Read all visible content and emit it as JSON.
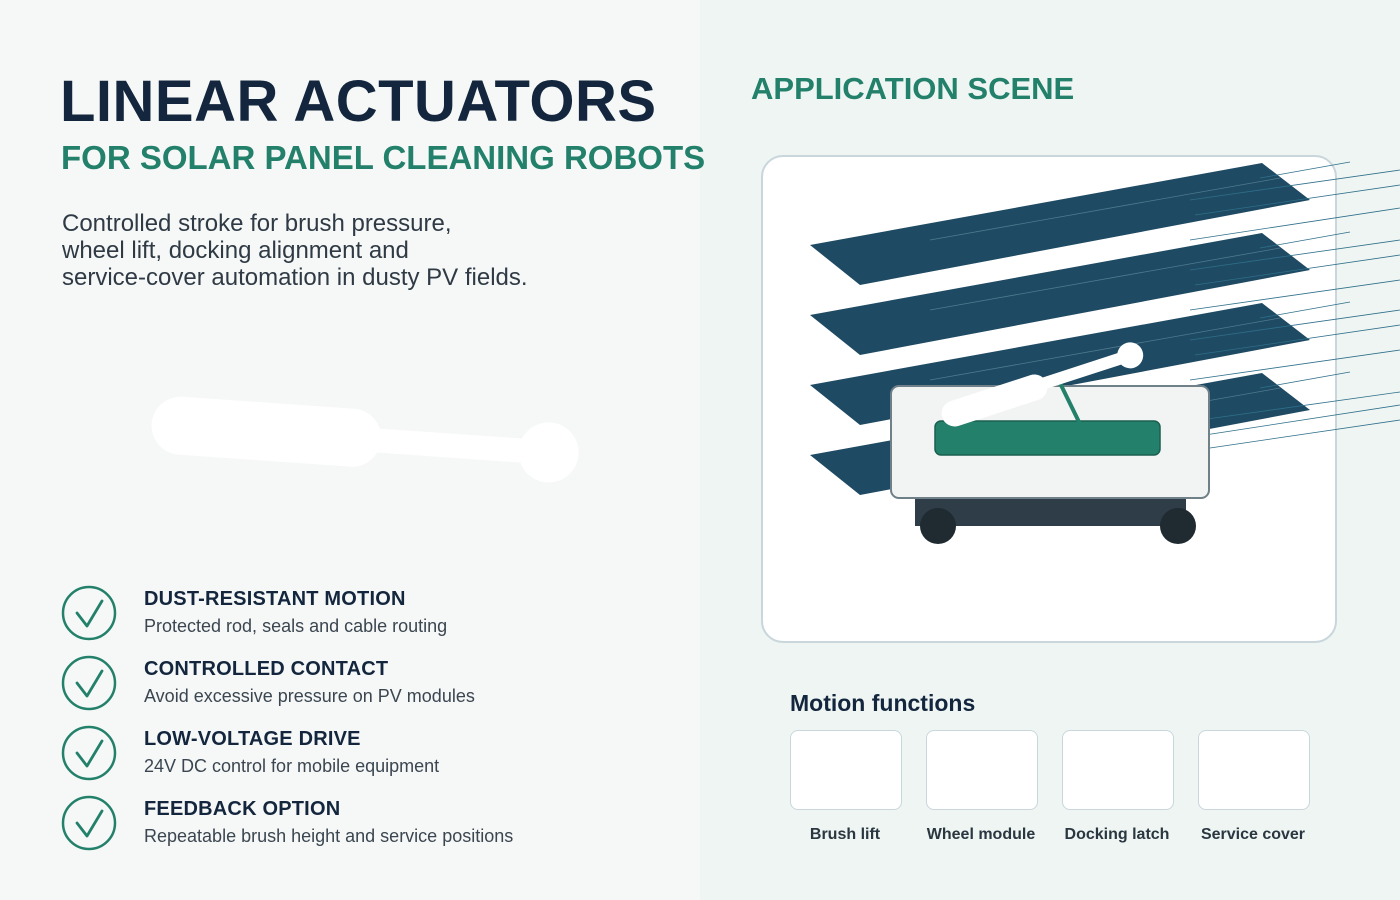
{
  "header": {
    "title": "LINEAR ACTUATORS",
    "subtitle": "FOR SOLAR PANEL CLEANING ROBOTS",
    "description_lines": [
      "Controlled stroke for brush pressure,",
      "wheel lift, docking alignment and",
      "service-cover automation in dusty PV fields."
    ]
  },
  "features": [
    {
      "title": "DUST-RESISTANT MOTION",
      "desc": "Protected rod, seals and cable routing",
      "icon": "check-circle-icon"
    },
    {
      "title": "CONTROLLED CONTACT",
      "desc": "Avoid excessive pressure on PV modules",
      "icon": "check-circle-icon"
    },
    {
      "title": "LOW-VOLTAGE DRIVE",
      "desc": "24V DC control for mobile equipment",
      "icon": "check-circle-icon"
    },
    {
      "title": "FEEDBACK OPTION",
      "desc": "Repeatable brush height and service positions",
      "icon": "check-circle-icon"
    }
  ],
  "scene": {
    "title": "APPLICATION SCENE"
  },
  "motion": {
    "title": "Motion functions",
    "items": [
      "Brush lift",
      "Wheel module",
      "Docking latch",
      "Service cover"
    ]
  },
  "colors": {
    "navy": "#13263d",
    "accent_green": "#23806a",
    "panel_blue": "#1f4a63",
    "robot_dark": "#2e3d47",
    "robot_body": "#f1f4f3"
  }
}
